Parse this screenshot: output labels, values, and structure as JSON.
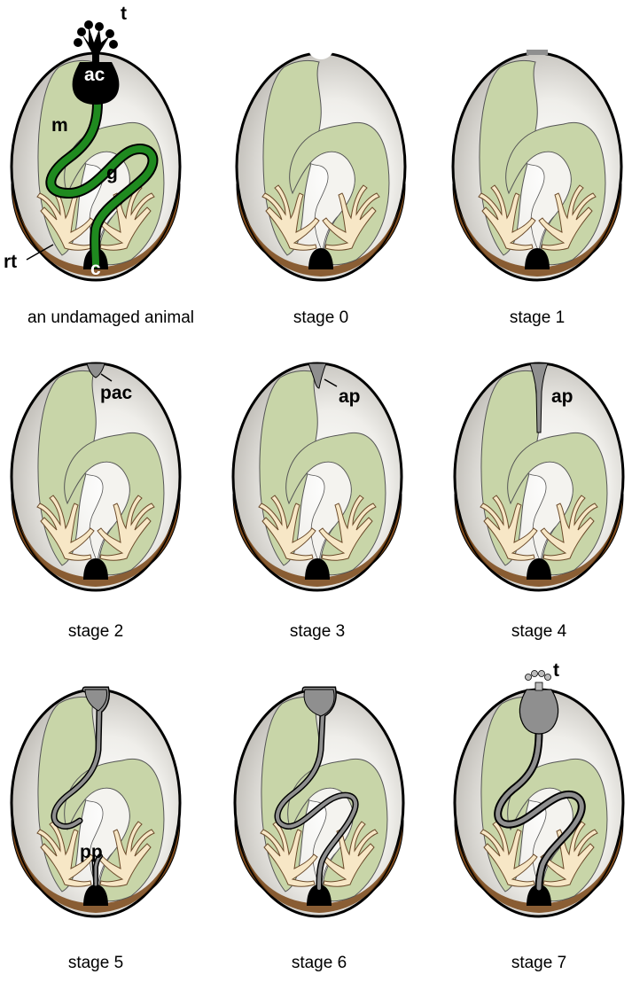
{
  "panels": [
    {
      "caption": "an undamaged animal",
      "labels": {
        "ac": "ac",
        "t": "t",
        "m": "m",
        "g": "g",
        "rt": "rt",
        "c": "c"
      }
    },
    {
      "caption": "stage 0"
    },
    {
      "caption": "stage 1"
    },
    {
      "caption": "stage 2",
      "labels": {
        "pac": "pac"
      }
    },
    {
      "caption": "stage 3",
      "labels": {
        "ap": "ap"
      }
    },
    {
      "caption": "stage 4",
      "labels": {
        "ap": "ap"
      }
    },
    {
      "caption": "stage 5",
      "labels": {
        "pp": "pp"
      }
    },
    {
      "caption": "stage 6"
    },
    {
      "caption": "stage 7",
      "labels": {
        "t": "t"
      }
    }
  ],
  "colors": {
    "tunic": "#e3e1dc",
    "tunic_shade": "#c4c1bb",
    "mantle": "#c8d5a8",
    "gut": "#1f8a1f",
    "tissue_base": "#7a4616",
    "root_tubes": "#f7e7c6",
    "regenerating_tissue": "#8f8f8f",
    "outline": "#000000"
  }
}
